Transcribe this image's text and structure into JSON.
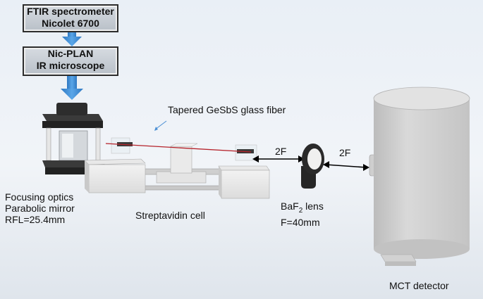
{
  "spectrometer": {
    "line1": "FTIR spectrometer",
    "line2": "Nicolet 6700"
  },
  "microscope": {
    "line1": "Nic-PLAN",
    "line2": "IR microscope"
  },
  "fiber_label": "Tapered GeSbS glass fiber",
  "focusing": {
    "line1": "Focusing optics",
    "line2": "Parabolic mirror",
    "line3": "RFL=25.4mm"
  },
  "cell_label": "Streptavidin cell",
  "lens": {
    "name": "BaF",
    "subscript": "2",
    "suffix": " lens",
    "focal": "F=40mm"
  },
  "distance_left": "2F",
  "distance_right": "2F",
  "detector_label": "MCT detector",
  "colors": {
    "arrow": "#3b86cf",
    "fiber": "#b5222a",
    "lens_ring": "#2a2a2a"
  }
}
